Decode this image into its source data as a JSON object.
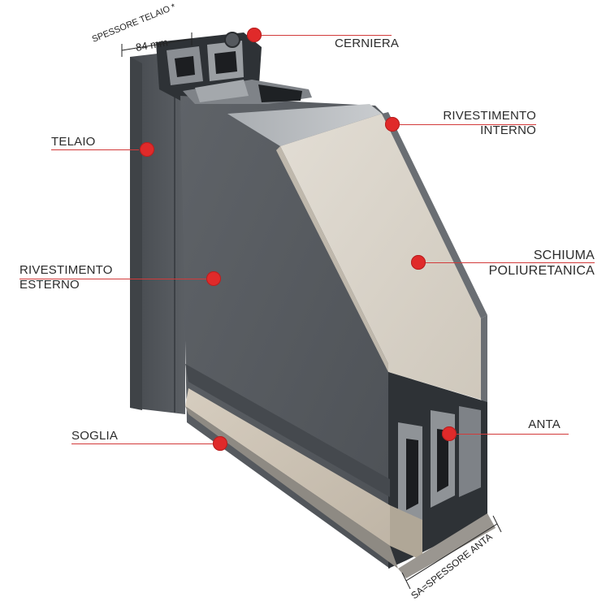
{
  "labels": {
    "cerniera": "CERNIERA",
    "telaio": "TELAIO",
    "rivestimento_interno_1": "RIVESTIMENTO",
    "rivestimento_interno_2": "INTERNO",
    "rivestimento_esterno_1": "RIVESTIMENTO",
    "rivestimento_esterno_2": "ESTERNO",
    "schiuma_1": "SCHIUMA",
    "schiuma_2": "POLIURETANICA",
    "soglia": "SOGLIA",
    "anta": "ANTA"
  },
  "dimensions": {
    "spessore_telaio": "SPESSORE TELAIO *",
    "spessore_telaio_value": "84 mm",
    "spessore_anta": "SA=SPESSORE ANTA"
  },
  "colors": {
    "callout_dot": "#e02a2a",
    "leader_line": "#d23a3a",
    "frame_grey": "#505459",
    "panel_grey": "#55595e",
    "foam": "#d9d3c9",
    "steel": "#b9bcbf",
    "sill": "#cfc6b8"
  }
}
